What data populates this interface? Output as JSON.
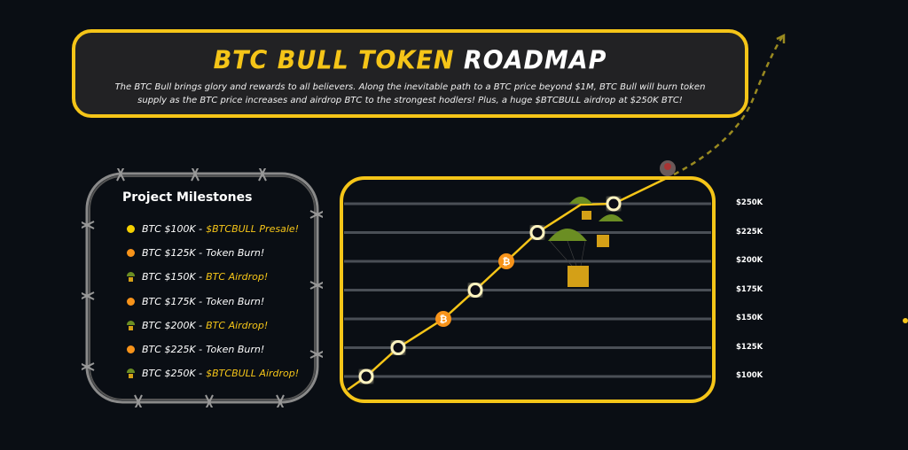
{
  "header": {
    "title_highlight": "BTC BULL TOKEN",
    "title_rest": "ROADMAP",
    "description": "The BTC Bull brings glory and rewards to all believers. Along the inevitable path to a BTC price beyond $1M, BTC Bull will burn token supply as the BTC price increases and airdrop BTC to the strongest hodlers! Plus, a huge $BTCBULL airdrop at $250K BTC!"
  },
  "milestones": {
    "title": "Project Milestones",
    "items": [
      {
        "price": "BTC $100K -",
        "event": "$BTCBULL Presale!",
        "icon": "yellow-dot",
        "highlight": true
      },
      {
        "price": "BTC $125K -",
        "event": " Token Burn!",
        "icon": "orange-dot",
        "highlight": false
      },
      {
        "price": "BTC $150K -",
        "event": "BTC Airdrop!",
        "icon": "parachute",
        "highlight": true
      },
      {
        "price": "BTC $175K -",
        "event": "Token Burn!",
        "icon": "orange-dot",
        "highlight": false
      },
      {
        "price": "BTC $200K -",
        "event": "BTC Airdrop!",
        "icon": "parachute",
        "highlight": true
      },
      {
        "price": "BTC $225K -",
        "event": "Token Burn!",
        "icon": "orange-dot",
        "highlight": false
      },
      {
        "price": "BTC $250K -",
        "event": "$BTCBULL Airdrop!",
        "icon": "parachute",
        "highlight": true
      }
    ]
  },
  "chart_data": {
    "type": "line",
    "y_tick_labels": [
      "$250K",
      "$225K",
      "$200K",
      "$175K",
      "$150K",
      "$125K",
      "$100K"
    ],
    "ylim": [
      100,
      250
    ],
    "points": [
      {
        "value": 100,
        "marker": "circle"
      },
      {
        "value": 125,
        "marker": "circle"
      },
      {
        "value": 150,
        "marker": "bitcoin"
      },
      {
        "value": 175,
        "marker": "circle"
      },
      {
        "value": 200,
        "marker": "bitcoin"
      },
      {
        "value": 225,
        "marker": "circle"
      },
      {
        "value": 250,
        "marker": "circle"
      }
    ]
  },
  "colors": {
    "accent": "#f5c518",
    "orange": "#f7931a",
    "background": "#0a0e14",
    "panel": "#222224"
  }
}
